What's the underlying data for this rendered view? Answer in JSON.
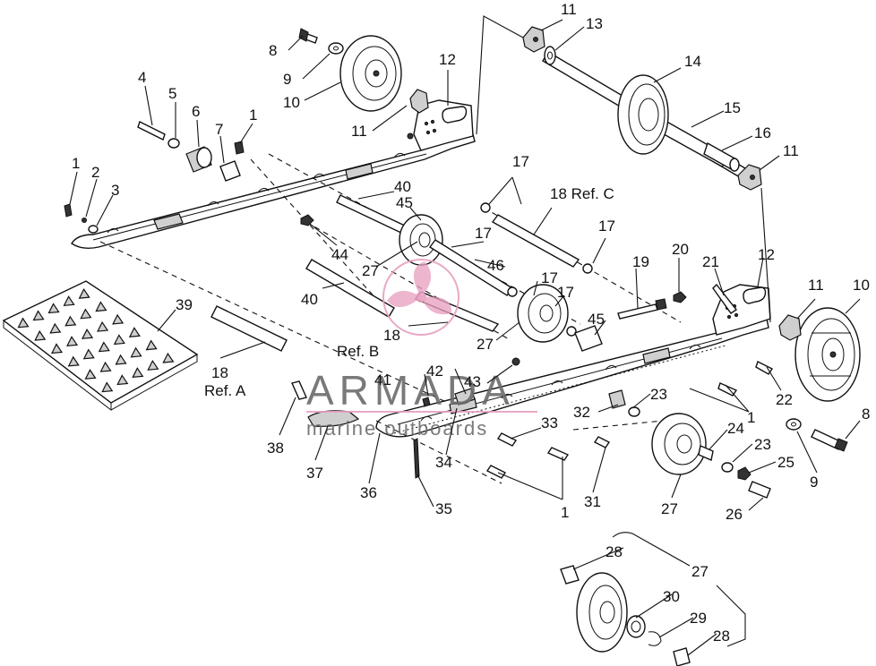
{
  "watermark": {
    "brand": "ARMADA",
    "tagline": "marine outboards",
    "accent_color": "#e8a0c0"
  },
  "callouts": [
    {
      "id": "c1a",
      "text": "1"
    },
    {
      "id": "c1b",
      "text": "1"
    },
    {
      "id": "c1c",
      "text": "1"
    },
    {
      "id": "c1d",
      "text": "1"
    },
    {
      "id": "c2",
      "text": "2"
    },
    {
      "id": "c3",
      "text": "3"
    },
    {
      "id": "c4",
      "text": "4"
    },
    {
      "id": "c5",
      "text": "5"
    },
    {
      "id": "c6",
      "text": "6"
    },
    {
      "id": "c7",
      "text": "7"
    },
    {
      "id": "c8a",
      "text": "8"
    },
    {
      "id": "c8b",
      "text": "8"
    },
    {
      "id": "c9a",
      "text": "9"
    },
    {
      "id": "c9b",
      "text": "9"
    },
    {
      "id": "c10a",
      "text": "10"
    },
    {
      "id": "c10b",
      "text": "10"
    },
    {
      "id": "c11a",
      "text": "11"
    },
    {
      "id": "c11b",
      "text": "11"
    },
    {
      "id": "c11c",
      "text": "11"
    },
    {
      "id": "c11d",
      "text": "11"
    },
    {
      "id": "c12a",
      "text": "12"
    },
    {
      "id": "c12b",
      "text": "12"
    },
    {
      "id": "c13",
      "text": "13"
    },
    {
      "id": "c14",
      "text": "14"
    },
    {
      "id": "c15",
      "text": "15"
    },
    {
      "id": "c16",
      "text": "16"
    },
    {
      "id": "c17a",
      "text": "17"
    },
    {
      "id": "c17b",
      "text": "17"
    },
    {
      "id": "c17c",
      "text": "17"
    },
    {
      "id": "c17d",
      "text": "17"
    },
    {
      "id": "c17e",
      "text": "17"
    },
    {
      "id": "c18c",
      "text": "18 Ref. C"
    },
    {
      "id": "c18b",
      "text": "18"
    },
    {
      "id": "c18b-ref",
      "text": "Ref. B"
    },
    {
      "id": "c18a",
      "text": "18"
    },
    {
      "id": "c18a-ref",
      "text": "Ref. A"
    },
    {
      "id": "c19",
      "text": "19"
    },
    {
      "id": "c20",
      "text": "20"
    },
    {
      "id": "c21",
      "text": "21"
    },
    {
      "id": "c22",
      "text": "22"
    },
    {
      "id": "c23a",
      "text": "23"
    },
    {
      "id": "c23b",
      "text": "23"
    },
    {
      "id": "c24",
      "text": "24"
    },
    {
      "id": "c25",
      "text": "25"
    },
    {
      "id": "c26",
      "text": "26"
    },
    {
      "id": "c27a",
      "text": "27"
    },
    {
      "id": "c27b",
      "text": "27"
    },
    {
      "id": "c27c",
      "text": "27"
    },
    {
      "id": "c27d",
      "text": "27"
    },
    {
      "id": "c28a",
      "text": "28"
    },
    {
      "id": "c28b",
      "text": "28"
    },
    {
      "id": "c29",
      "text": "29"
    },
    {
      "id": "c30",
      "text": "30"
    },
    {
      "id": "c31",
      "text": "31"
    },
    {
      "id": "c32",
      "text": "32"
    },
    {
      "id": "c33",
      "text": "33"
    },
    {
      "id": "c34",
      "text": "34"
    },
    {
      "id": "c35",
      "text": "35"
    },
    {
      "id": "c36",
      "text": "36"
    },
    {
      "id": "c37",
      "text": "37"
    },
    {
      "id": "c38",
      "text": "38"
    },
    {
      "id": "c39",
      "text": "39"
    },
    {
      "id": "c40a",
      "text": "40"
    },
    {
      "id": "c40b",
      "text": "40"
    },
    {
      "id": "c41",
      "text": "41"
    },
    {
      "id": "c42",
      "text": "42"
    },
    {
      "id": "c43",
      "text": "43"
    },
    {
      "id": "c44",
      "text": "44"
    },
    {
      "id": "c45a",
      "text": "45"
    },
    {
      "id": "c45b",
      "text": "45"
    },
    {
      "id": "c46",
      "text": "46"
    }
  ]
}
